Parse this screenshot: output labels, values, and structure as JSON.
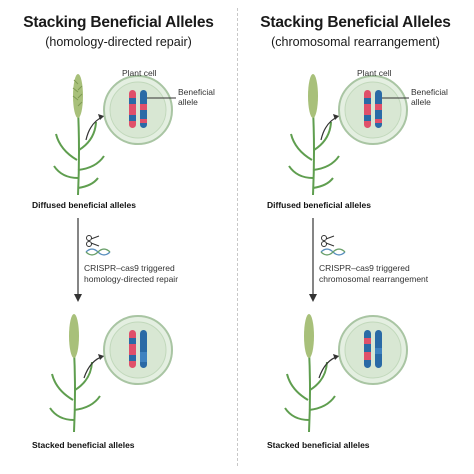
{
  "panels": [
    {
      "title": "Stacking Beneficial Alleles",
      "subtitle": "(homology-directed repair)",
      "plant_cell_label": "Plant cell",
      "allele_label_line1": "Beneficial",
      "allele_label_line2": "allele",
      "top_stage_label": "Diffused beneficial alleles",
      "process_line1": "CRISPR–cas9 triggered",
      "process_line2": "homology-directed repair",
      "bottom_stage_label": "Stacked beneficial alleles"
    },
    {
      "title": "Stacking Beneficial Alleles",
      "subtitle": "(chromosomal rearrangement)",
      "plant_cell_label": "Plant cell",
      "allele_label_line1": "Beneficial",
      "allele_label_line2": "allele",
      "top_stage_label": "Diffused beneficial alleles",
      "process_line1": "CRISPR–cas9 triggered",
      "process_line2": "chromosomal rearrangement",
      "bottom_stage_label": "Stacked beneficial alleles"
    }
  ],
  "colors": {
    "chromosome_blue": "#2a6aa6",
    "chromosome_red": "#e0506a",
    "cell_fill": "#e4efe1",
    "cell_stroke": "#a9c5a3",
    "plant_green": "#5f9e4f",
    "arrow": "#333333"
  },
  "icons": [
    "plant-icon",
    "cell-icon",
    "chromosome-icon",
    "scissors-icon",
    "dna-icon",
    "arrow-icon"
  ]
}
